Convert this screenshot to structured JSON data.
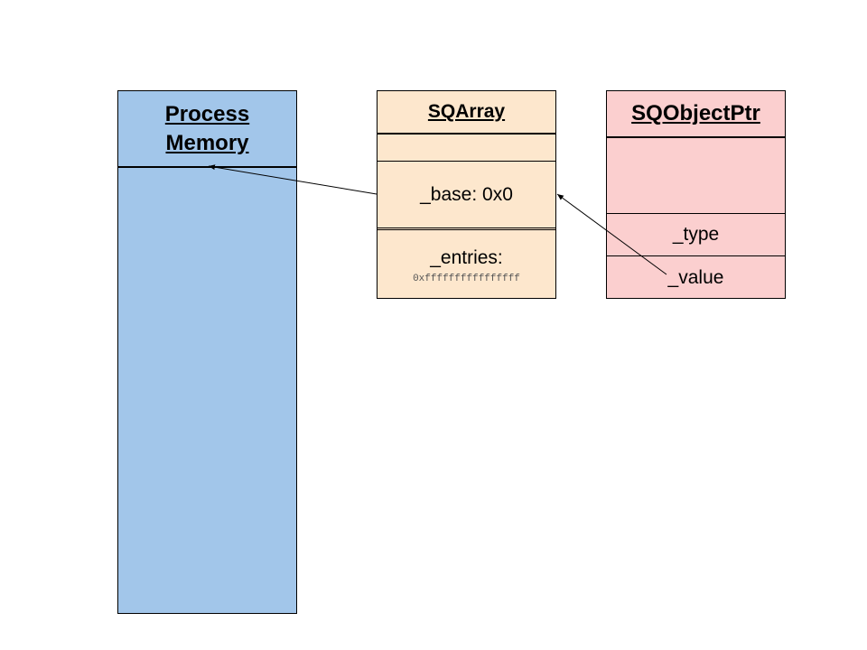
{
  "process_memory": {
    "title_line1": "Process",
    "title_line2": "Memory"
  },
  "sqarray": {
    "title": "SQArray",
    "base_field": "_base: 0x0",
    "entries_field": "_entries:",
    "entries_value": "0xffffffffffffffff"
  },
  "sqobjectptr": {
    "title": "SQObjectPtr",
    "type_field": "_type",
    "value_field": "_value"
  },
  "colors": {
    "process_memory_fill": "#a2c6ea",
    "sqarray_fill": "#fde7cd",
    "sqobjectptr_fill": "#fbcfcf"
  }
}
